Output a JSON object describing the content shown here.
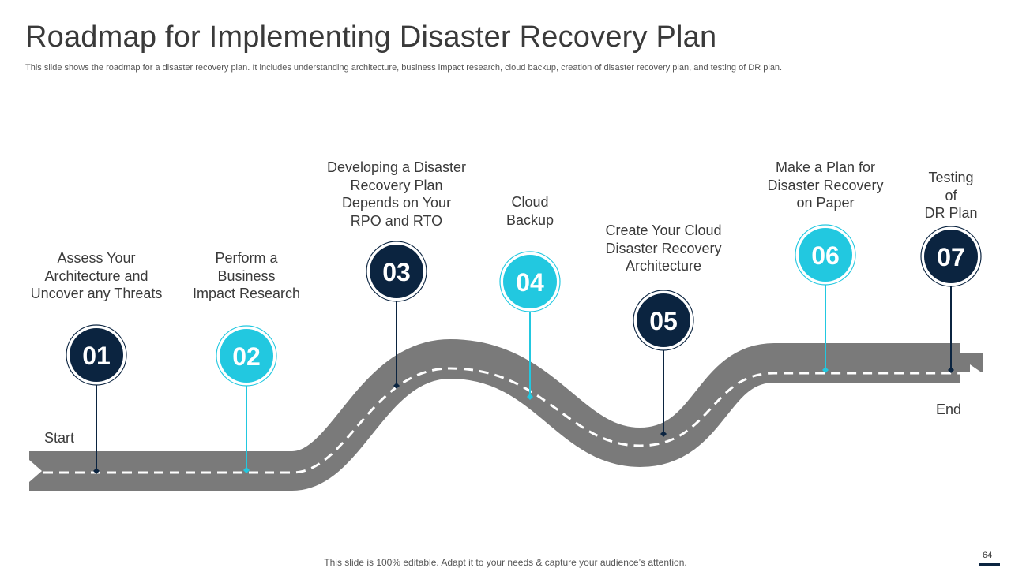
{
  "title": "Roadmap for Implementing Disaster Recovery Plan",
  "subtitle": "This slide shows the roadmap for a disaster recovery plan. It includes understanding architecture, business impact research, cloud backup, creation of disaster recovery plan, and testing of DR plan.",
  "start_label": "Start",
  "end_label": "End",
  "steps": [
    {
      "number": "01",
      "label": "Assess Your\nArchitecture and\nUncover any Threats",
      "color": "#0b2440"
    },
    {
      "number": "02",
      "label": "Perform a\nBusiness\nImpact Research",
      "color": "#22c8e0"
    },
    {
      "number": "03",
      "label": "Developing a Disaster\nRecovery Plan\nDepends on Your\nRPO and RTO",
      "color": "#0b2440"
    },
    {
      "number": "04",
      "label": "Cloud\nBackup",
      "color": "#22c8e0"
    },
    {
      "number": "05",
      "label": "Create Your Cloud\nDisaster Recovery\nArchitecture",
      "color": "#0b2440"
    },
    {
      "number": "06",
      "label": "Make a Plan for\nDisaster Recovery\non Paper",
      "color": "#22c8e0"
    },
    {
      "number": "07",
      "label": "Testing of\nDR Plan",
      "color": "#0b2440"
    }
  ],
  "footer": "This slide is 100% editable. Adapt it to your needs & capture your audience’s attention.",
  "page_number": "64",
  "colors": {
    "road": "#7a7a7a",
    "dark": "#0b2440",
    "cyan": "#22c8e0"
  }
}
